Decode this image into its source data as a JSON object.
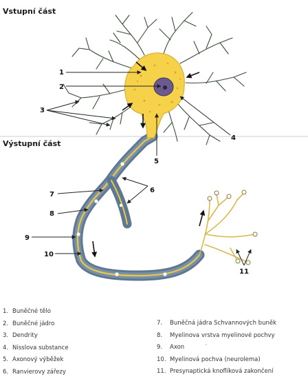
{
  "sections": {
    "input": "Vstupní část",
    "output": "Výstupní část"
  },
  "markers": [
    "1",
    "2",
    "3",
    "4",
    "5",
    "6",
    "7",
    "8",
    "9",
    "10",
    "11"
  ],
  "legend": [
    {
      "num": "1.",
      "text": "Buněčné tělo"
    },
    {
      "num": "2.",
      "text": "Buněčné jádro"
    },
    {
      "num": "3.",
      "text": "Dendrity"
    },
    {
      "num": "4.",
      "text": "Nisslova substance"
    },
    {
      "num": "5.",
      "text": "Axonový výběžek"
    },
    {
      "num": "6.",
      "text": "Ranvierovy zářezy"
    },
    {
      "num": "7.",
      "text": "Buněčná jádra Schvannových buněk"
    },
    {
      "num": "8.",
      "text": "Myelinova vrstva myelinové pochvy"
    },
    {
      "num": "9.",
      "text": "Axon"
    },
    {
      "num": "10.",
      "text": "Myelinová pochva (neurolema)"
    },
    {
      "num": "11.",
      "text": "Presynaptická knoflíková zakončení"
    }
  ],
  "colors": {
    "cell_body": "#f6d24a",
    "nissl": "#e0a52a",
    "nucleus": "#6b5a8e",
    "myelin": "#5f7892",
    "axon_core": "#e8c84a",
    "dendrite": "#3a4a38",
    "line": "#222222"
  }
}
